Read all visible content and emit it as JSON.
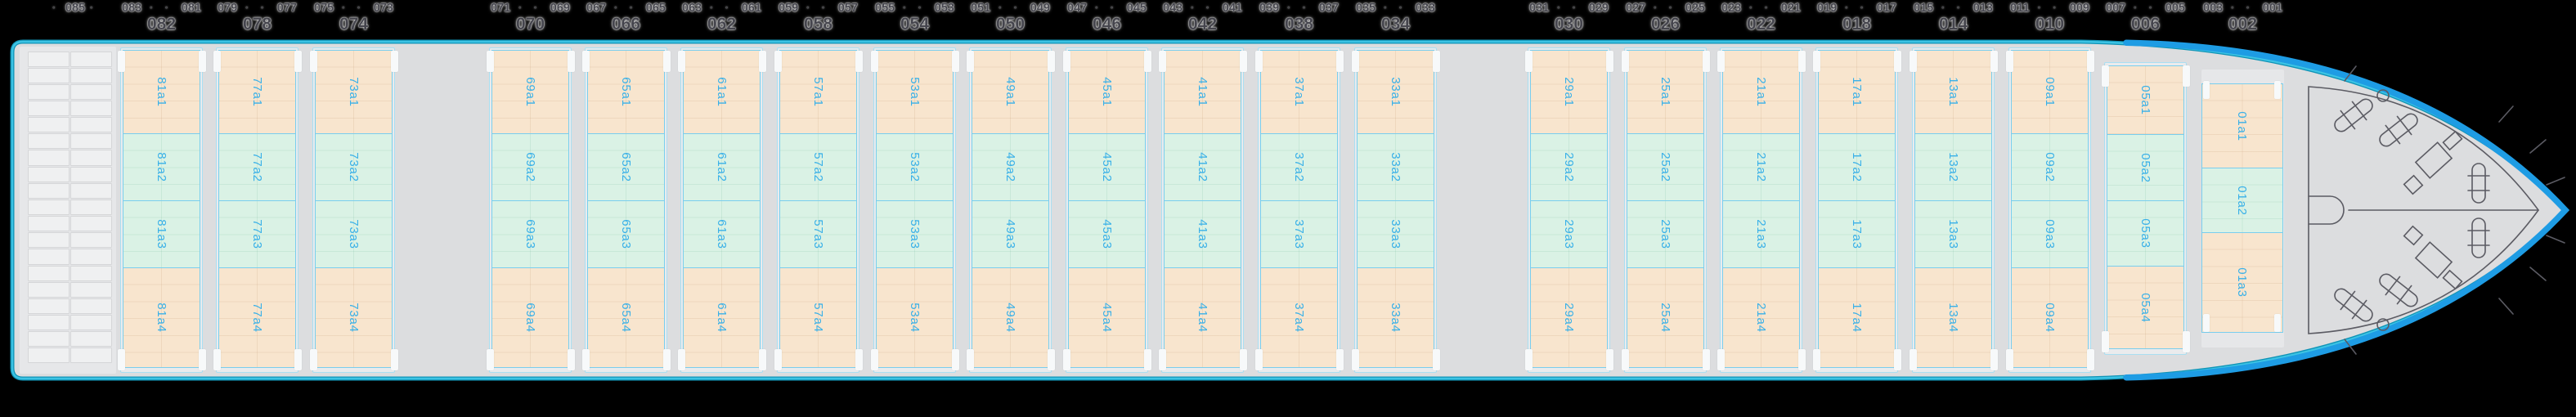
{
  "title": "vessel-deck-stowage-plan",
  "header_tick": "·",
  "stern_bay": {
    "header": "085"
  },
  "bays": [
    {
      "even": "082",
      "odd_aft": "083",
      "odd_fwd": "081",
      "cells": [
        {
          "label": "81a1",
          "tone": "warm"
        },
        {
          "label": "81a2",
          "tone": "cool"
        },
        {
          "label": "81a3",
          "tone": "cool"
        },
        {
          "label": "81a4",
          "tone": "warm"
        }
      ]
    },
    {
      "even": "078",
      "odd_aft": "079",
      "odd_fwd": "077",
      "cells": [
        {
          "label": "77a1",
          "tone": "warm"
        },
        {
          "label": "77a2",
          "tone": "cool"
        },
        {
          "label": "77a3",
          "tone": "cool"
        },
        {
          "label": "77a4",
          "tone": "warm"
        }
      ]
    },
    {
      "even": "074",
      "odd_aft": "075",
      "odd_fwd": "073",
      "cells": [
        {
          "label": "73a1",
          "tone": "warm"
        },
        {
          "label": "73a2",
          "tone": "cool"
        },
        {
          "label": "73a3",
          "tone": "cool"
        },
        {
          "label": "73a4",
          "tone": "warm"
        }
      ]
    },
    {
      "even": "070",
      "odd_aft": "071",
      "odd_fwd": "069",
      "cells": [
        {
          "label": "69a1",
          "tone": "warm"
        },
        {
          "label": "69a2",
          "tone": "cool"
        },
        {
          "label": "69a3",
          "tone": "cool"
        },
        {
          "label": "69a4",
          "tone": "warm"
        }
      ]
    },
    {
      "even": "066",
      "odd_aft": "067",
      "odd_fwd": "065",
      "cells": [
        {
          "label": "65a1",
          "tone": "warm"
        },
        {
          "label": "65a2",
          "tone": "cool"
        },
        {
          "label": "65a3",
          "tone": "cool"
        },
        {
          "label": "65a4",
          "tone": "warm"
        }
      ]
    },
    {
      "even": "062",
      "odd_aft": "063",
      "odd_fwd": "061",
      "cells": [
        {
          "label": "61a1",
          "tone": "warm"
        },
        {
          "label": "61a2",
          "tone": "cool"
        },
        {
          "label": "61a3",
          "tone": "cool"
        },
        {
          "label": "61a4",
          "tone": "warm"
        }
      ]
    },
    {
      "even": "058",
      "odd_aft": "059",
      "odd_fwd": "057",
      "cells": [
        {
          "label": "57a1",
          "tone": "warm"
        },
        {
          "label": "57a2",
          "tone": "cool"
        },
        {
          "label": "57a3",
          "tone": "cool"
        },
        {
          "label": "57a4",
          "tone": "warm"
        }
      ]
    },
    {
      "even": "054",
      "odd_aft": "055",
      "odd_fwd": "053",
      "cells": [
        {
          "label": "53a1",
          "tone": "warm"
        },
        {
          "label": "53a2",
          "tone": "cool"
        },
        {
          "label": "53a3",
          "tone": "cool"
        },
        {
          "label": "53a4",
          "tone": "warm"
        }
      ]
    },
    {
      "even": "050",
      "odd_aft": "051",
      "odd_fwd": "049",
      "cells": [
        {
          "label": "49a1",
          "tone": "warm"
        },
        {
          "label": "49a2",
          "tone": "cool"
        },
        {
          "label": "49a3",
          "tone": "cool"
        },
        {
          "label": "49a4",
          "tone": "warm"
        }
      ]
    },
    {
      "even": "046",
      "odd_aft": "047",
      "odd_fwd": "045",
      "cells": [
        {
          "label": "45a1",
          "tone": "warm"
        },
        {
          "label": "45a2",
          "tone": "cool"
        },
        {
          "label": "45a3",
          "tone": "cool"
        },
        {
          "label": "45a4",
          "tone": "warm"
        }
      ]
    },
    {
      "even": "042",
      "odd_aft": "043",
      "odd_fwd": "041",
      "cells": [
        {
          "label": "41a1",
          "tone": "warm"
        },
        {
          "label": "41a2",
          "tone": "cool"
        },
        {
          "label": "41a3",
          "tone": "cool"
        },
        {
          "label": "41a4",
          "tone": "warm"
        }
      ]
    },
    {
      "even": "038",
      "odd_aft": "039",
      "odd_fwd": "037",
      "cells": [
        {
          "label": "37a1",
          "tone": "warm"
        },
        {
          "label": "37a2",
          "tone": "cool"
        },
        {
          "label": "37a3",
          "tone": "cool"
        },
        {
          "label": "37a4",
          "tone": "warm"
        }
      ]
    },
    {
      "even": "034",
      "odd_aft": "035",
      "odd_fwd": "033",
      "cells": [
        {
          "label": "33a1",
          "tone": "warm"
        },
        {
          "label": "33a2",
          "tone": "cool"
        },
        {
          "label": "33a3",
          "tone": "cool"
        },
        {
          "label": "33a4",
          "tone": "warm"
        }
      ]
    },
    {
      "even": "030",
      "odd_aft": "031",
      "odd_fwd": "029",
      "cells": [
        {
          "label": "29a1",
          "tone": "warm"
        },
        {
          "label": "29a2",
          "tone": "cool"
        },
        {
          "label": "29a3",
          "tone": "cool"
        },
        {
          "label": "29a4",
          "tone": "warm"
        }
      ]
    },
    {
      "even": "026",
      "odd_aft": "027",
      "odd_fwd": "025",
      "cells": [
        {
          "label": "25a1",
          "tone": "warm"
        },
        {
          "label": "25a2",
          "tone": "cool"
        },
        {
          "label": "25a3",
          "tone": "cool"
        },
        {
          "label": "25a4",
          "tone": "warm"
        }
      ]
    },
    {
      "even": "022",
      "odd_aft": "023",
      "odd_fwd": "021",
      "cells": [
        {
          "label": "21a1",
          "tone": "warm"
        },
        {
          "label": "21a2",
          "tone": "cool"
        },
        {
          "label": "21a3",
          "tone": "cool"
        },
        {
          "label": "21a4",
          "tone": "warm"
        }
      ]
    },
    {
      "even": "018",
      "odd_aft": "019",
      "odd_fwd": "017",
      "cells": [
        {
          "label": "17a1",
          "tone": "warm"
        },
        {
          "label": "17a2",
          "tone": "cool"
        },
        {
          "label": "17a3",
          "tone": "cool"
        },
        {
          "label": "17a4",
          "tone": "warm"
        }
      ]
    },
    {
      "even": "014",
      "odd_aft": "015",
      "odd_fwd": "013",
      "cells": [
        {
          "label": "13a1",
          "tone": "warm"
        },
        {
          "label": "13a2",
          "tone": "cool"
        },
        {
          "label": "13a3",
          "tone": "cool"
        },
        {
          "label": "13a4",
          "tone": "warm"
        }
      ]
    },
    {
      "even": "010",
      "odd_aft": "011",
      "odd_fwd": "009",
      "cells": [
        {
          "label": "09a1",
          "tone": "warm"
        },
        {
          "label": "09a2",
          "tone": "cool"
        },
        {
          "label": "09a3",
          "tone": "cool"
        },
        {
          "label": "09a4",
          "tone": "warm"
        }
      ]
    },
    {
      "even": "006",
      "odd_aft": "007",
      "odd_fwd": "005",
      "cells": [
        {
          "label": "05a1",
          "tone": "warm"
        },
        {
          "label": "05a2",
          "tone": "cool"
        },
        {
          "label": "05a3",
          "tone": "cool"
        },
        {
          "label": "05a4",
          "tone": "warm"
        }
      ]
    },
    {
      "even": "002",
      "odd_aft": "003",
      "odd_fwd": "001",
      "cells": [
        {
          "label": "01a1",
          "tone": "warm"
        },
        {
          "label": "01a2",
          "tone": "cool"
        },
        {
          "label": "01a3",
          "tone": "warm"
        }
      ]
    }
  ],
  "colors": {
    "deck": "#dcdddf",
    "hull_dark": "#0f93b6",
    "hull_outline": "#3cc3e4",
    "bow_accent": "#1e9ce4",
    "forecastle_line": "#5b5b63",
    "backing": "#eaebed",
    "backing2": "#e6e7e9",
    "outer_border": "#aadff2",
    "cell_warm": "#f8e5ce",
    "cell_cool": "#daf2e5",
    "cell_border": "#79ceee",
    "cell_label": "#38b0e8",
    "header_text": "#45454d",
    "tab": "#f7f9fa",
    "slot_fill": "#eff0f1",
    "slot_border": "#d5d6d8"
  }
}
